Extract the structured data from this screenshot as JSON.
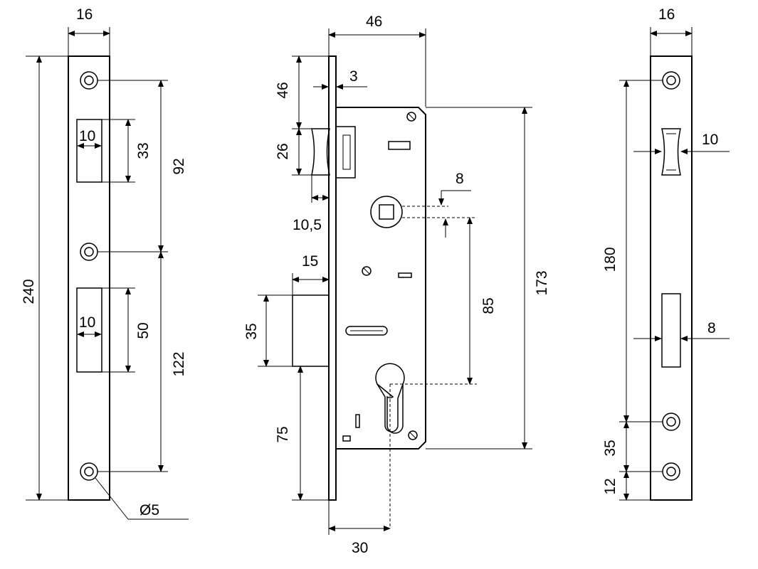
{
  "diagram": {
    "left_strike_plate": {
      "width": "16",
      "height": "240",
      "hole_spacing_top": "92",
      "hole_spacing_bottom": "122",
      "upper_slot_width": "10",
      "upper_slot_height": "33",
      "lower_slot_width": "10",
      "lower_slot_height": "50",
      "hole_diameter": "Ø5"
    },
    "lock_body": {
      "total_depth": "46",
      "faceplate_thickness": "3",
      "latch_offset_top": "46",
      "latch_height": "26",
      "latch_projection": "10,5",
      "spindle_square": "8",
      "spindle_to_cylinder": "85",
      "case_height": "173",
      "deadbolt_projection": "15",
      "deadbolt_height": "35",
      "deadbolt_to_bottom": "75",
      "backset": "30"
    },
    "right_faceplate": {
      "width": "16",
      "latch_window_width": "10",
      "hole_spacing": "180",
      "bolt_window_width": "8",
      "lower_hole_spacing": "35",
      "bottom_offset": "12"
    }
  }
}
